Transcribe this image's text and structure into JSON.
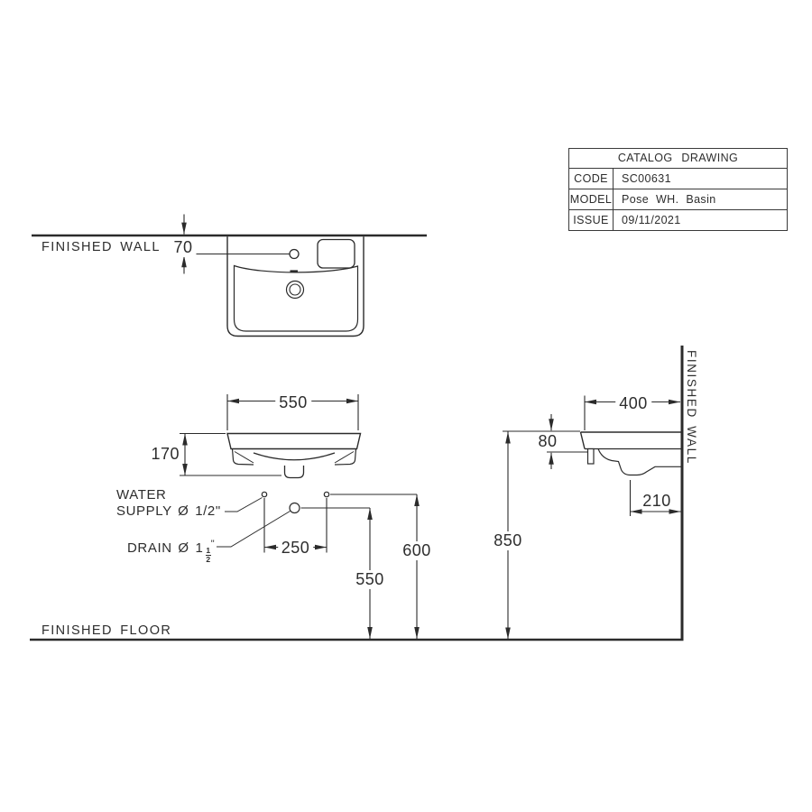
{
  "title_block": {
    "title": "CATALOG DRAWING",
    "rows": [
      {
        "label": "CODE",
        "value": "SC00631"
      },
      {
        "label": "MODEL",
        "value": "Pose WH. Basin"
      },
      {
        "label": "ISSUE",
        "value": "09/11/2021"
      }
    ]
  },
  "annotations": {
    "finished_wall_top": "FINISHED WALL",
    "finished_wall_side": "FINISHED WALL",
    "finished_floor": "FINISHED FLOOR",
    "water_supply_line1": "WATER",
    "water_supply_line2": "SUPPLY Ø 1/2\"",
    "drain_label_prefix": "DRAIN Ø 1",
    "drain_fraction_numerator": "1",
    "drain_fraction_denominator": "2",
    "drain_unit_mark": "\""
  },
  "dimensions_mm": {
    "faucet_center_from_wall": "70",
    "basin_width": "550",
    "basin_front_height": "170",
    "supply_hole_spacing": "250",
    "drain_height_from_floor": "550",
    "supply_height_from_floor": "600",
    "basin_depth": "400",
    "rim_edge_thickness": "80",
    "drain_offset_from_wall": "210",
    "rim_height_from_floor": "850"
  },
  "colors": {
    "line": "#2b2b2b",
    "text": "#2d2d2d",
    "background": "#ffffff"
  }
}
